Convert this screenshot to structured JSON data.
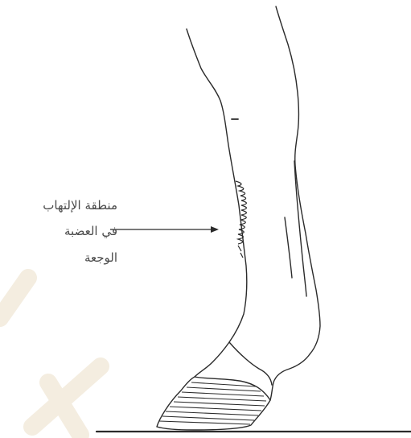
{
  "annotation": {
    "lines": [
      "منطقة الإلتهاب",
      "في العضبة",
      "الوجعة"
    ]
  },
  "colors": {
    "ink": "#2b2b2b",
    "watermark": "#f3ecdd"
  }
}
